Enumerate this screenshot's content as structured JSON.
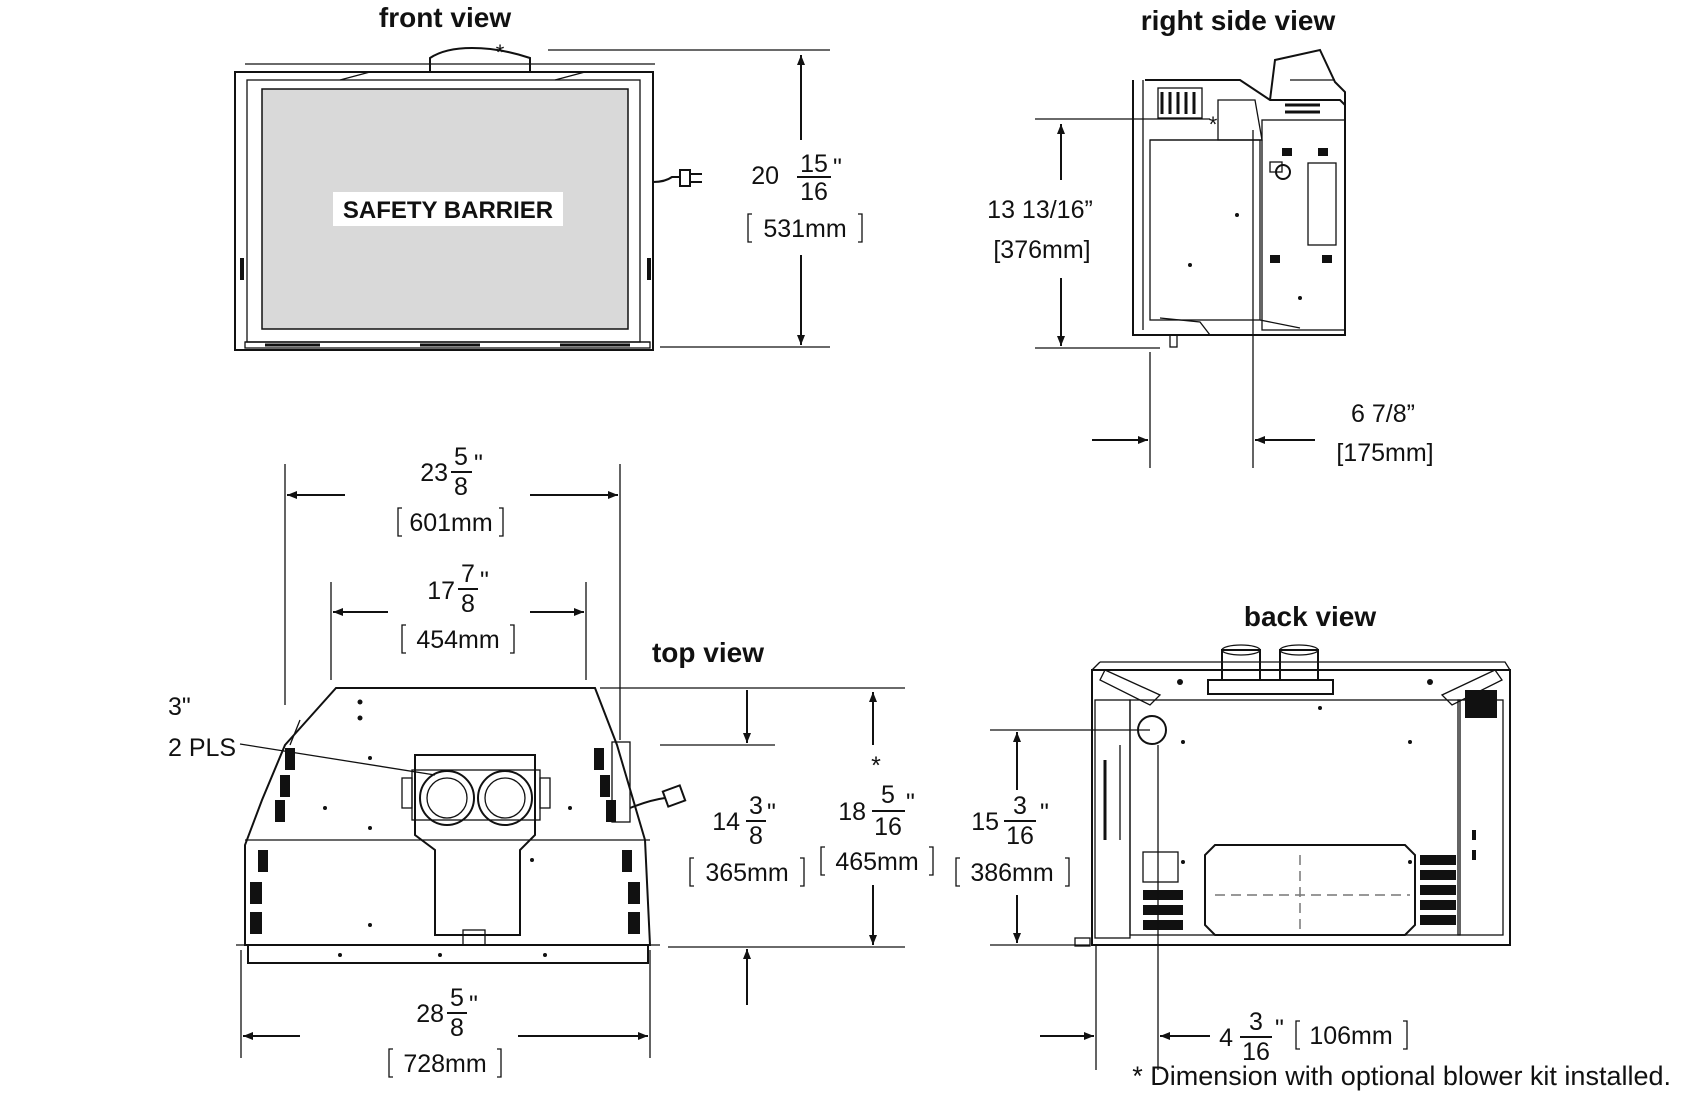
{
  "views": {
    "front": "front view",
    "right": "right side view",
    "top": "top view",
    "back": "back view"
  },
  "front": {
    "barrier_label": "SAFETY BARRIER",
    "asterisk": "*",
    "height": {
      "whole": "20",
      "num": "15",
      "den": "16",
      "unit": "\"",
      "mm": "531mm"
    }
  },
  "right": {
    "asterisk": "*",
    "height": {
      "imperial": "13 13/16”",
      "mm": "[376mm]"
    },
    "depth": {
      "imperial": "6 7/8”",
      "mm": "[175mm]"
    }
  },
  "top": {
    "overall_width": {
      "whole": "23",
      "num": "5",
      "den": "8",
      "unit": "\"",
      "mm": "601mm"
    },
    "inner_width": {
      "whole": "17",
      "num": "7",
      "den": "8",
      "unit": "\"",
      "mm": "454mm"
    },
    "bottom_width": {
      "whole": "28",
      "num": "5",
      "den": "8",
      "unit": "\"",
      "mm": "728mm"
    },
    "depth": {
      "whole": "14",
      "num": "3",
      "den": "8",
      "unit": "\"",
      "mm": "365mm"
    },
    "depth_blower": {
      "whole": "18",
      "num": "5",
      "den": "16",
      "unit": "\"",
      "mm": "465mm",
      "asterisk": "*"
    },
    "vent_label_1": "3\"",
    "vent_label_2": "2 PLS"
  },
  "back": {
    "height": {
      "whole": "15",
      "num": "3",
      "den": "16",
      "unit": "\"",
      "mm": "386mm"
    },
    "offset": {
      "whole": "4",
      "num": "3",
      "den": "16",
      "unit": "\"",
      "mm": "106mm"
    }
  },
  "footnote": "* Dimension with optional blower kit installed."
}
